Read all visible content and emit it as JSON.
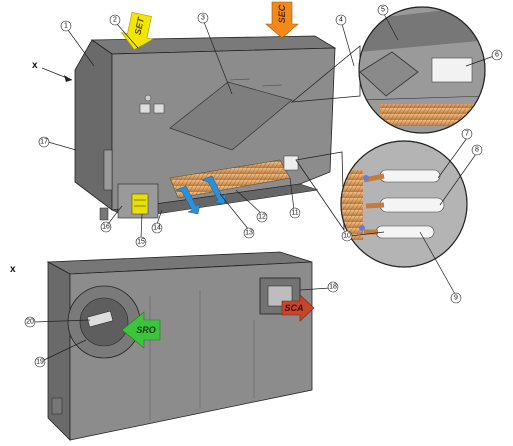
{
  "view_markers": {
    "upper": "x",
    "lower": "x"
  },
  "arrows": {
    "set": {
      "label": "SET",
      "color": "#f2e600"
    },
    "sec": {
      "label": "SEC",
      "color": "#f28a1a"
    },
    "sro": {
      "label": "SRO",
      "color": "#3cc43c"
    },
    "sca": {
      "label": "SCA",
      "color": "#c8442a"
    },
    "supply": {
      "color": "#2e8fd6"
    }
  },
  "callouts": {
    "c1": "1",
    "c2": "2",
    "c3": "3",
    "c4": "4",
    "c5": "5",
    "c6": "6",
    "c7": "7",
    "c8": "8",
    "c9": "9",
    "c10": "10",
    "c11": "11",
    "c12": "12",
    "c13": "13",
    "c14": "14",
    "c15": "15",
    "c16": "16",
    "c17": "17",
    "c18": "18",
    "c19": "19",
    "c20": "20"
  }
}
